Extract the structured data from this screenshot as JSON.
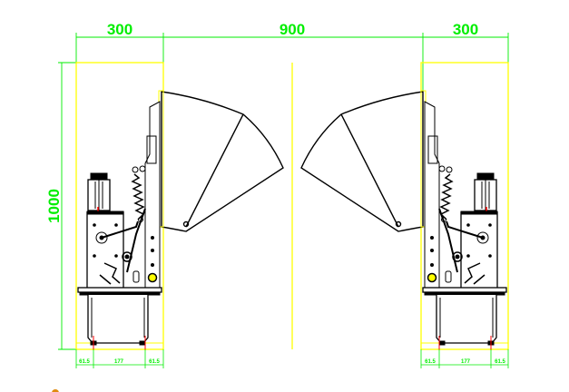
{
  "drawing": {
    "dimensions": {
      "left_cabinet_width": "300",
      "passage_width": "900",
      "right_cabinet_width": "300",
      "height": "1000",
      "left_bottom": [
        "61.5",
        "177",
        "61.5"
      ],
      "right_bottom": [
        "61.5",
        "177",
        "61.5"
      ]
    },
    "colors": {
      "dimension": "#00ee00",
      "outline": "#ffff00",
      "mechanism": "#000000",
      "marker": "#ff0000"
    }
  }
}
